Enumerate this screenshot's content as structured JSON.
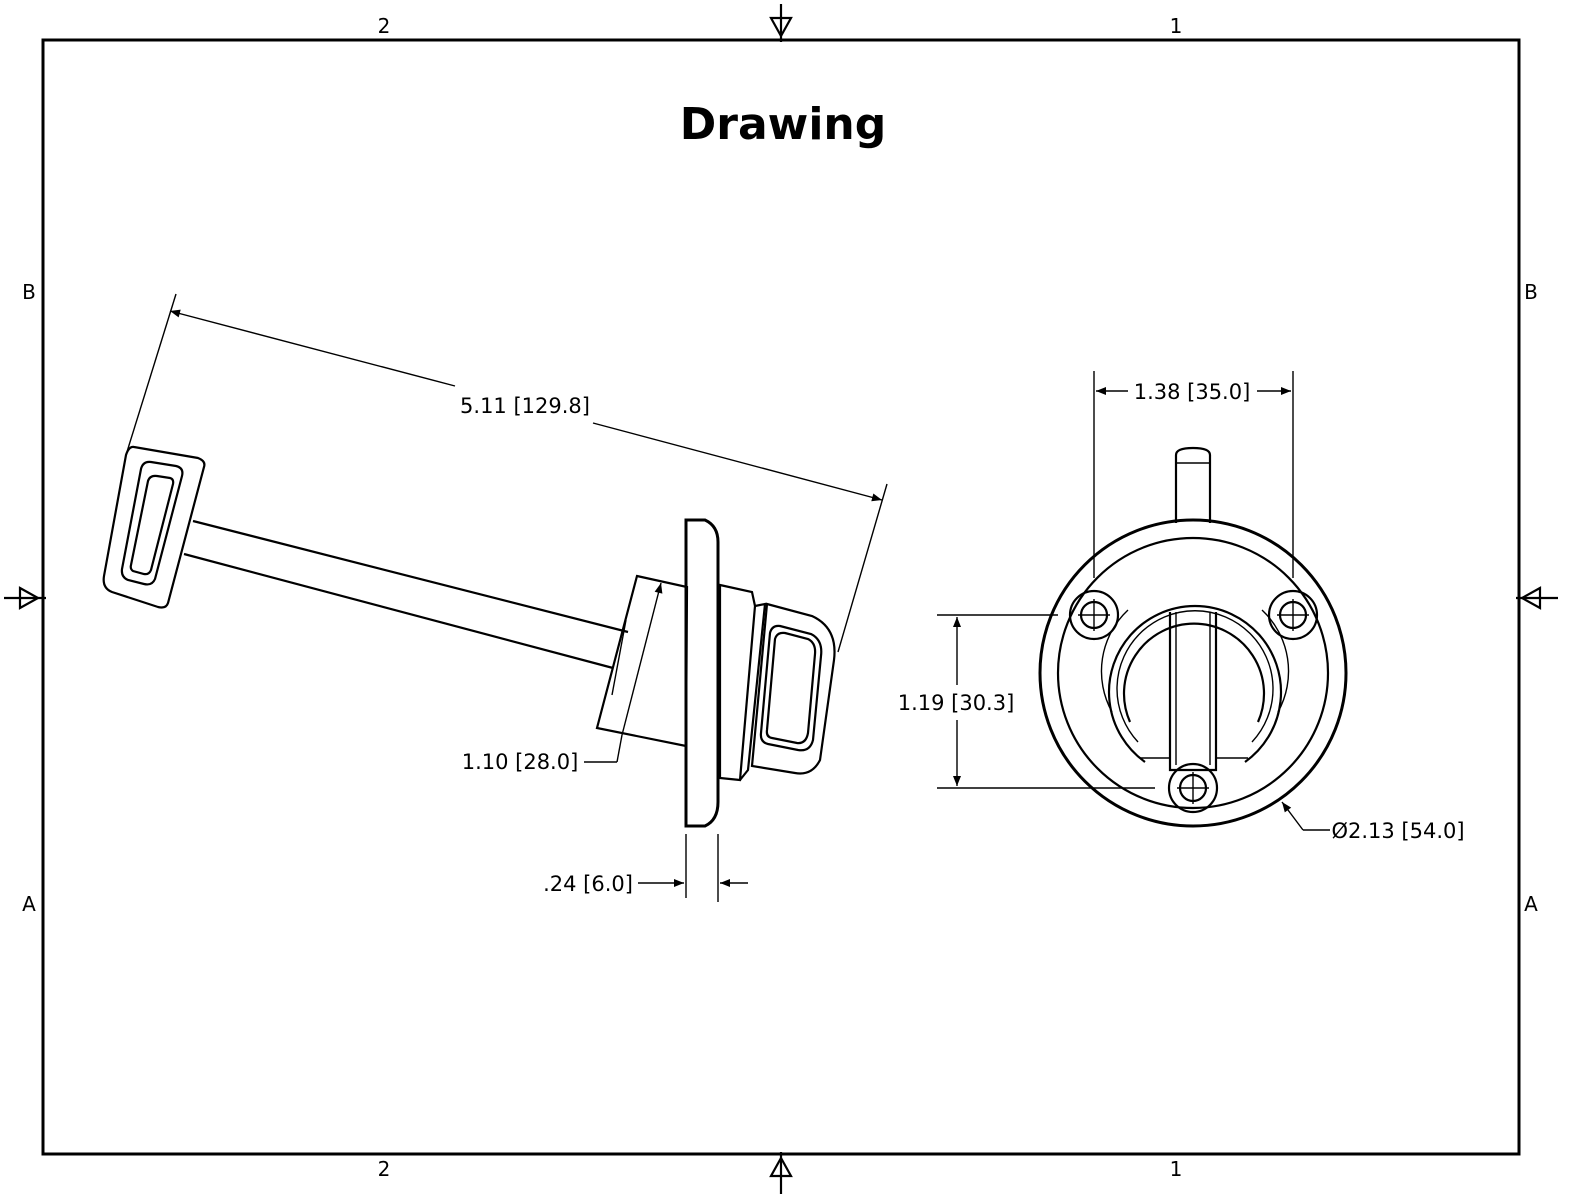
{
  "title": "Drawing",
  "zones": {
    "col_left": "2",
    "col_right": "1",
    "row_top": "B",
    "row_bottom": "A"
  },
  "dimensions": {
    "overall_length": "5.11 [129.8]",
    "body_height": "1.10 [28.0]",
    "flange_thickness": ".24 [6.0]",
    "hole_spacing": "1.38 [35.0]",
    "vertical_spacing": "1.19 [30.3]",
    "flange_diameter": "Ø2.13 [54.0]"
  }
}
